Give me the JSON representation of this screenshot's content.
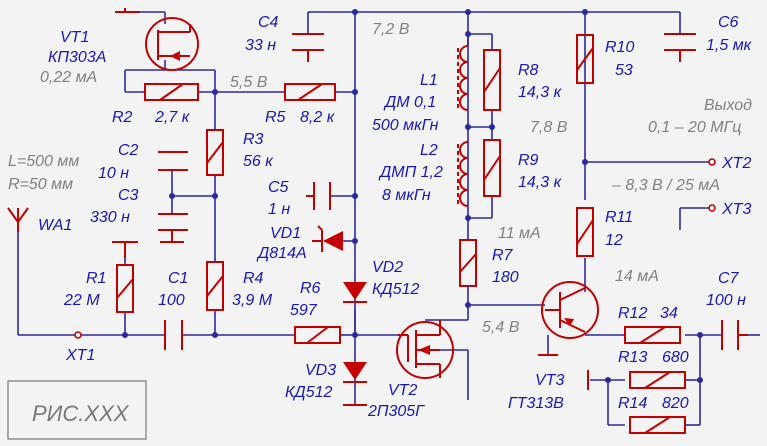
{
  "figure_caption": "РИС.XXX",
  "annotations": {
    "vt1_current": "0,22 мА",
    "node_55": "5,5 В",
    "supply": "7,2 В",
    "node_78": "7,8 В",
    "node_54": "5,4 В",
    "r7_current": "11 мА",
    "vt3_current": "14 мА",
    "output_range": "0,1 – 20 МГц",
    "output_title": "Выход",
    "output_level": "– 8,3 В / 25 мА",
    "antenna_l": "L=500 мм",
    "antenna_r": "R=50 мм"
  },
  "components": {
    "vt1": {
      "ref": "VT1",
      "type": "КП303А"
    },
    "vt2": {
      "ref": "VT2",
      "type": "2П305Г"
    },
    "vt3": {
      "ref": "VT3",
      "type": "ГТ313В"
    },
    "r1": {
      "ref": "R1",
      "value": "22 М"
    },
    "r2": {
      "ref": "R2",
      "value": "2,7 к"
    },
    "r3": {
      "ref": "R3",
      "value": "56 к"
    },
    "r4": {
      "ref": "R4",
      "value": "3,9 М"
    },
    "r5": {
      "ref": "R5",
      "value": "8,2 к"
    },
    "r6": {
      "ref": "R6",
      "value": "597"
    },
    "r7": {
      "ref": "R7",
      "value": "180"
    },
    "r8": {
      "ref": "R8",
      "value": "14,3 к"
    },
    "r9": {
      "ref": "R9",
      "value": "14,3 к"
    },
    "r10": {
      "ref": "R10",
      "value": "53"
    },
    "r11": {
      "ref": "R11",
      "value": "12"
    },
    "r12": {
      "ref": "R12",
      "value": "34"
    },
    "r13": {
      "ref": "R13",
      "value": "680"
    },
    "r14": {
      "ref": "R14",
      "value": "820"
    },
    "c1": {
      "ref": "C1",
      "value": "100"
    },
    "c2": {
      "ref": "C2",
      "value": "10 н"
    },
    "c3": {
      "ref": "C3",
      "value": "330 н"
    },
    "c4": {
      "ref": "C4",
      "value": "33 н"
    },
    "c5": {
      "ref": "C5",
      "value": "1 н"
    },
    "c6": {
      "ref": "C6",
      "value": "1,5 мк"
    },
    "c7": {
      "ref": "C7",
      "value": "100 н"
    },
    "l1": {
      "ref": "L1",
      "type": "ДМ 0,1",
      "value": "500 мкГн"
    },
    "l2": {
      "ref": "L2",
      "type": "ДМП 1,2",
      "value": "8 мкГн"
    },
    "vd1": {
      "ref": "VD1",
      "type": "Д814А"
    },
    "vd2": {
      "ref": "VD2",
      "type": "КД512"
    },
    "vd3": {
      "ref": "VD3",
      "type": "КД512"
    },
    "wa1": {
      "ref": "WA1"
    },
    "xt1": {
      "ref": "XT1"
    },
    "xt2": {
      "ref": "XT2"
    },
    "xt3": {
      "ref": "XT3"
    }
  }
}
